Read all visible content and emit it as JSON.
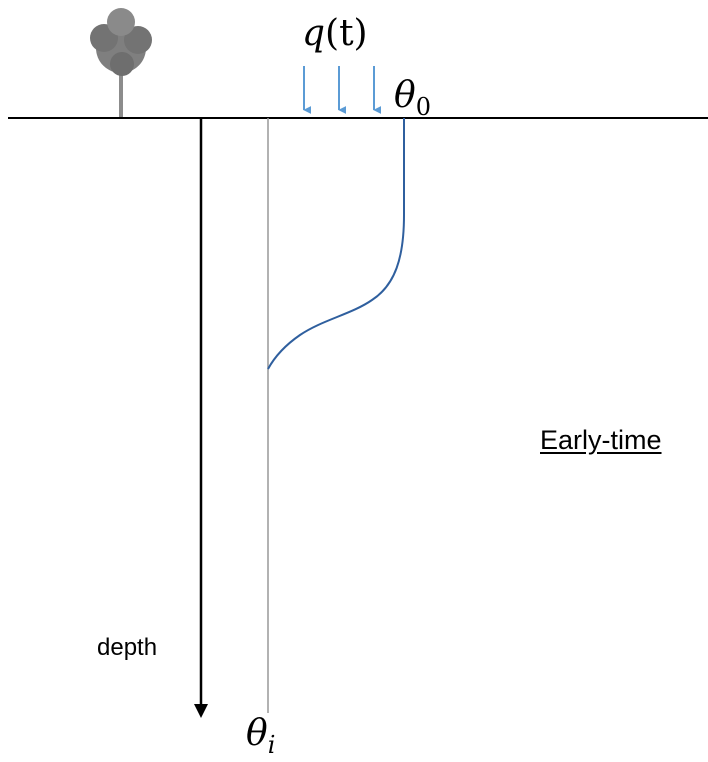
{
  "labels": {
    "flux": "q",
    "flux_arg": "(t)",
    "theta_surface": "θ",
    "theta_surface_sub": "0",
    "theta_initial": "θ",
    "theta_initial_sub": "i",
    "depth_axis": "depth",
    "stage": "Early-time"
  },
  "colors": {
    "ground_line": "#000000",
    "depth_axis": "#000000",
    "initial_profile": "#999999",
    "flux_arrows": "#5b9bd5",
    "moisture_profile": "#2f5f9e",
    "tree_foliage": "#7f7f7f",
    "tree_trunk": "#8c8c8c"
  },
  "icons": {
    "tree": "tree-icon",
    "flux_arrows": "arrow-down-icon"
  },
  "flux_arrow_count": 3
}
